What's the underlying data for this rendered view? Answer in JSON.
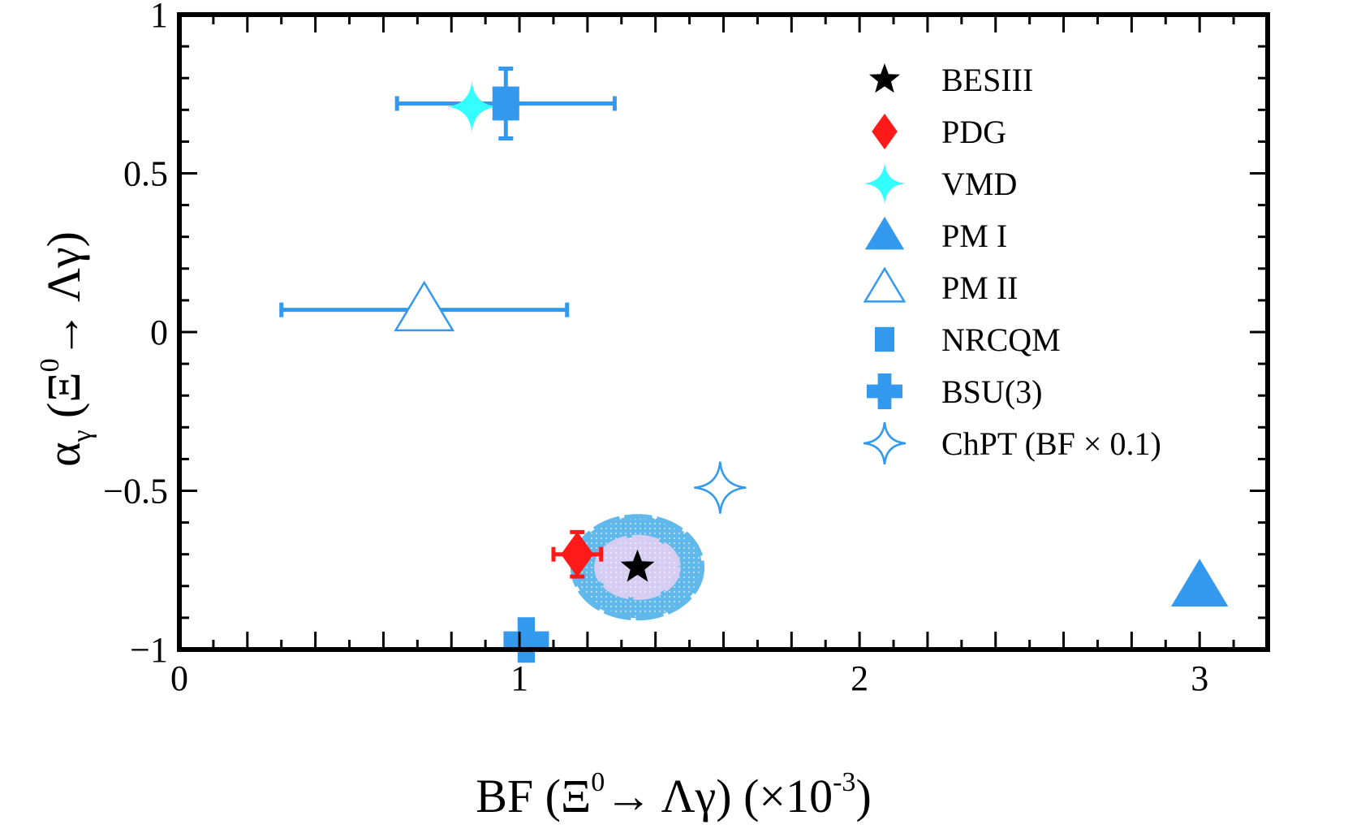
{
  "chart_data": {
    "type": "scatter",
    "xlabel_main": "BF (Ξ",
    "xlabel_sup0": "0",
    "xlabel_arrow": "→ Λγ) (×10",
    "xlabel_exp": "-3",
    "xlabel_close": ")",
    "ylabel_alpha": "α",
    "ylabel_sub": "γ",
    "ylabel_mid": " (Ξ",
    "ylabel_sup0": "0",
    "ylabel_end": "→ Λγ)",
    "xlim": [
      0,
      3.2
    ],
    "ylim": [
      -1,
      1
    ],
    "x_ticks": [
      {
        "value": 0,
        "label": "0"
      },
      {
        "value": 1,
        "label": "1"
      },
      {
        "value": 2,
        "label": "2"
      },
      {
        "value": 3,
        "label": "3"
      }
    ],
    "y_ticks": [
      {
        "value": -1,
        "label": "−1"
      },
      {
        "value": -0.5,
        "label": "−0.5"
      },
      {
        "value": 0,
        "label": "0"
      },
      {
        "value": 0.5,
        "label": "0.5"
      },
      {
        "value": 1,
        "label": "1"
      }
    ],
    "grid": false,
    "legend_position": "top-right",
    "confidence_ellipses": [
      {
        "cx": 1.347,
        "cy": -0.741,
        "rx": 0.19,
        "ry": 0.16,
        "color": "#61b8ea"
      },
      {
        "cx": 1.347,
        "cy": -0.741,
        "rx": 0.12,
        "ry": 0.095,
        "color": "#d6cdf3"
      }
    ],
    "series": [
      {
        "name": "BESIII",
        "marker": "star5",
        "color": "#000000",
        "filled": true,
        "points": [
          {
            "x": 1.347,
            "y": -0.741
          }
        ]
      },
      {
        "name": "PDG",
        "marker": "diamond",
        "color": "#ff1a1a",
        "filled": true,
        "points": [
          {
            "x": 1.17,
            "y": -0.7,
            "xerr": 0.07,
            "yerr": 0.07
          }
        ]
      },
      {
        "name": "VMD",
        "marker": "star4",
        "color": "#33ffff",
        "filled": true,
        "points": [
          {
            "x": 0.86,
            "y": 0.71
          }
        ]
      },
      {
        "name": "PM I",
        "marker": "triangle",
        "color": "#3399ee",
        "filled": true,
        "points": [
          {
            "x": 3.0,
            "y": -0.8
          }
        ]
      },
      {
        "name": "PM II",
        "marker": "triangle",
        "color": "#3399ee",
        "filled": false,
        "points": [
          {
            "x": 0.72,
            "y": 0.07,
            "xerr": 0.42
          }
        ]
      },
      {
        "name": "NRCQM",
        "marker": "square",
        "color": "#3399ee",
        "filled": true,
        "points": [
          {
            "x": 0.96,
            "y": 0.72,
            "xerr": 0.32,
            "yerr": 0.11
          }
        ]
      },
      {
        "name": "BSU(3)",
        "marker": "cross",
        "color": "#3399ee",
        "filled": true,
        "points": [
          {
            "x": 1.02,
            "y": -0.97
          }
        ]
      },
      {
        "name": "ChPT (BF × 0.1)",
        "marker": "star4",
        "color": "#3399ee",
        "filled": false,
        "points": [
          {
            "x": 1.59,
            "y": -0.49
          }
        ]
      }
    ]
  }
}
